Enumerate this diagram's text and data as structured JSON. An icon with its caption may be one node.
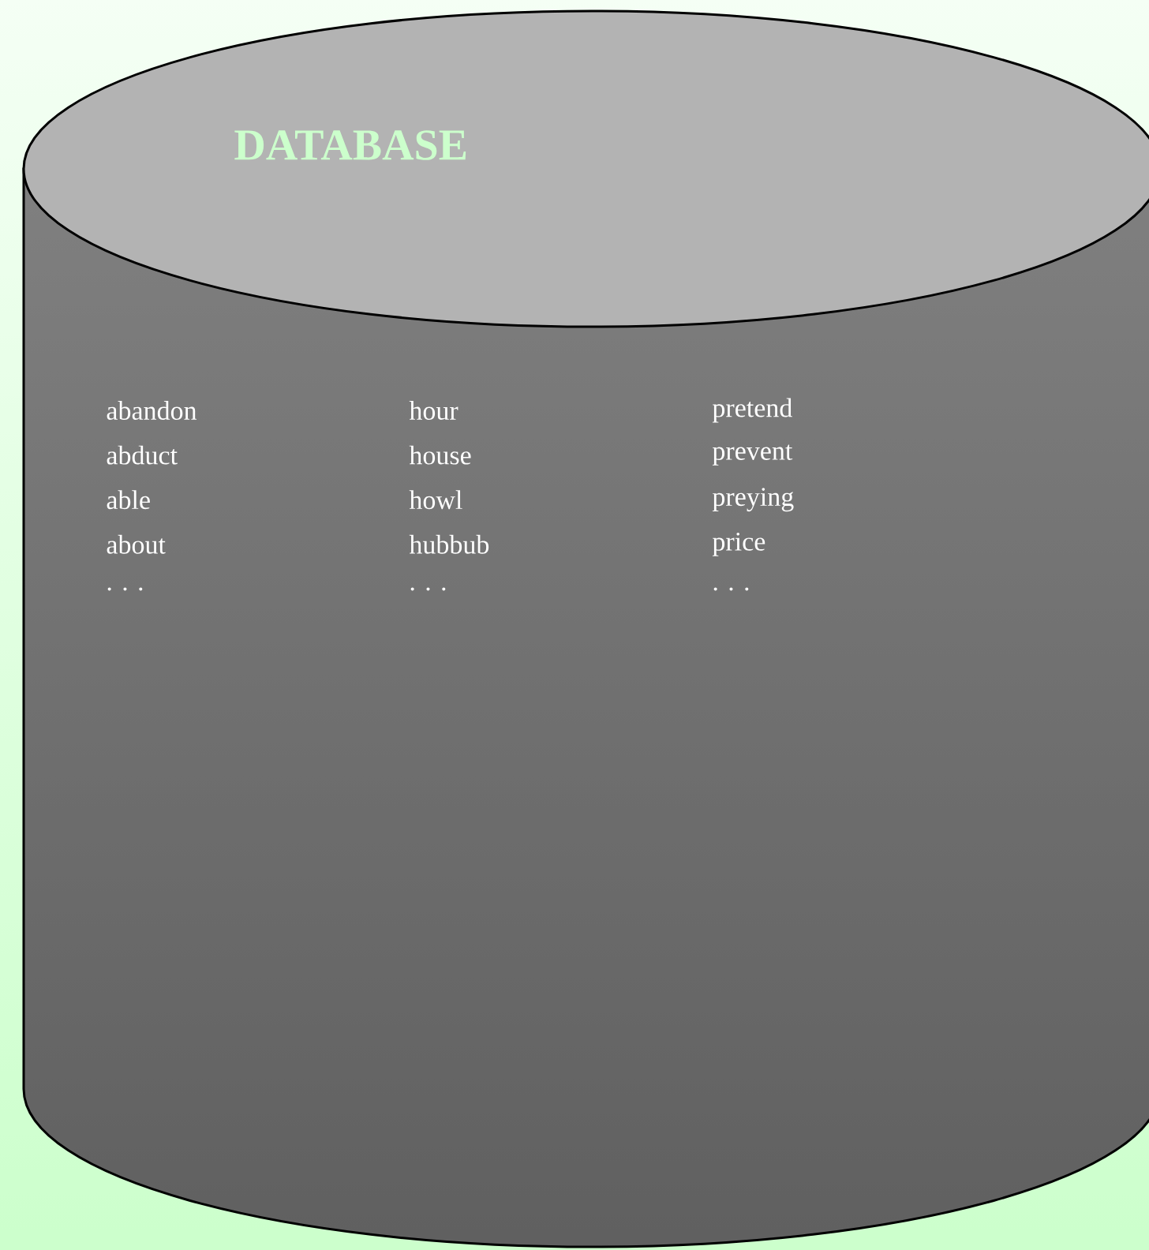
{
  "diagram": {
    "nodes": [
      {
        "text": [
          "DATABASE"
        ]
      }
    ],
    "labels": [
      "abandon",
      "hour",
      "pretend",
      "abduct",
      "house",
      "prevent",
      "able",
      "howl",
      "preying",
      "about",
      "hubbub",
      "price",
      ". . .",
      ". . .",
      ". . ."
    ]
  }
}
